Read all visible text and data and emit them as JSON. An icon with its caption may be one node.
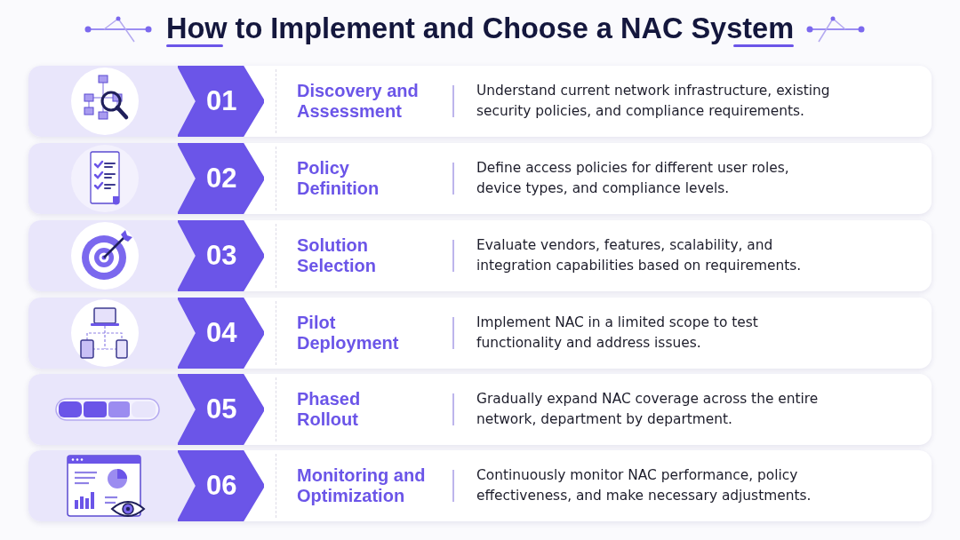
{
  "diagram": {
    "title": "How to Implement and Choose a NAC System",
    "nodes": [
      {
        "text": [
          "Discovery and Assessment",
          "Understand current network infrastructure, existing security policies, and compliance requirements."
        ]
      },
      {
        "text": [
          "01"
        ],
        "in": 0
      },
      {
        "text": [
          "Policy Definition",
          "Define access policies for different user roles, device types, and compliance levels."
        ]
      },
      {
        "text": [
          "02"
        ],
        "in": 2
      },
      {
        "text": [
          "Solution Selection",
          "Evaluate vendors, features, scalability, and integration capabilities based on requirements."
        ]
      },
      {
        "text": [
          "03"
        ],
        "in": 4
      },
      {
        "text": [
          "Pilot Deployment",
          "Implement NAC in a limited scope to test functionality and address issues."
        ]
      },
      {
        "text": [
          "04"
        ],
        "in": 6
      },
      {
        "text": [
          "Phased Rollout",
          "Gradually expand NAC coverage across the entire network, department by department."
        ]
      },
      {
        "text": [
          "05"
        ],
        "in": 8
      },
      {
        "text": [
          "Monitoring and Optimization",
          "Continuously monitor NAC performance, policy effectiveness, and make necessary adjustments."
        ]
      },
      {
        "text": [
          "06"
        ],
        "in": 10
      }
    ]
  }
}
